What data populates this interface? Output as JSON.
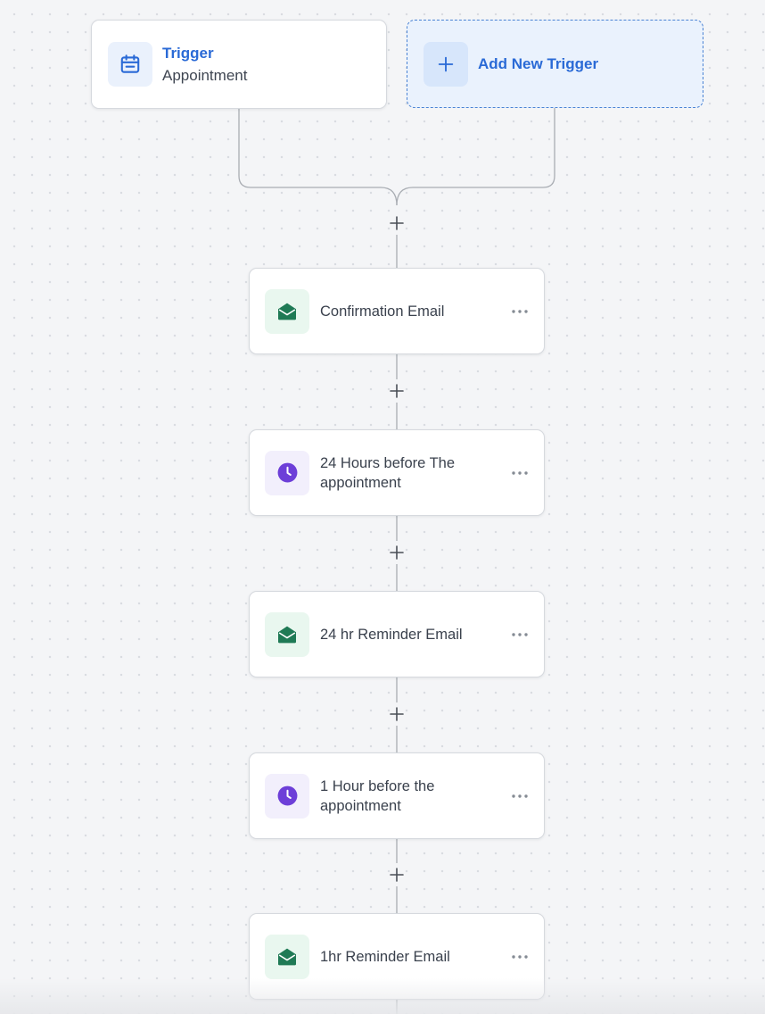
{
  "trigger": {
    "title": "Trigger",
    "subtitle": "Appointment",
    "icon": "calendar-icon"
  },
  "add_trigger": {
    "label": "Add New Trigger",
    "icon": "plus-icon"
  },
  "steps": [
    {
      "label": "Confirmation Email",
      "type": "email",
      "icon": "email-open-icon"
    },
    {
      "label": "24 Hours before The appointment",
      "type": "wait",
      "icon": "clock-icon"
    },
    {
      "label": "24 hr Reminder Email",
      "type": "email",
      "icon": "email-open-icon"
    },
    {
      "label": "1 Hour before the appointment",
      "type": "wait",
      "icon": "clock-icon"
    },
    {
      "label": "1hr Reminder Email",
      "type": "email",
      "icon": "email-open-icon"
    }
  ],
  "colors": {
    "brand_blue": "#2a6ad6",
    "email_green": "#1f7a55",
    "wait_purple": "#6d3fd8",
    "connector": "#a9adb3"
  }
}
